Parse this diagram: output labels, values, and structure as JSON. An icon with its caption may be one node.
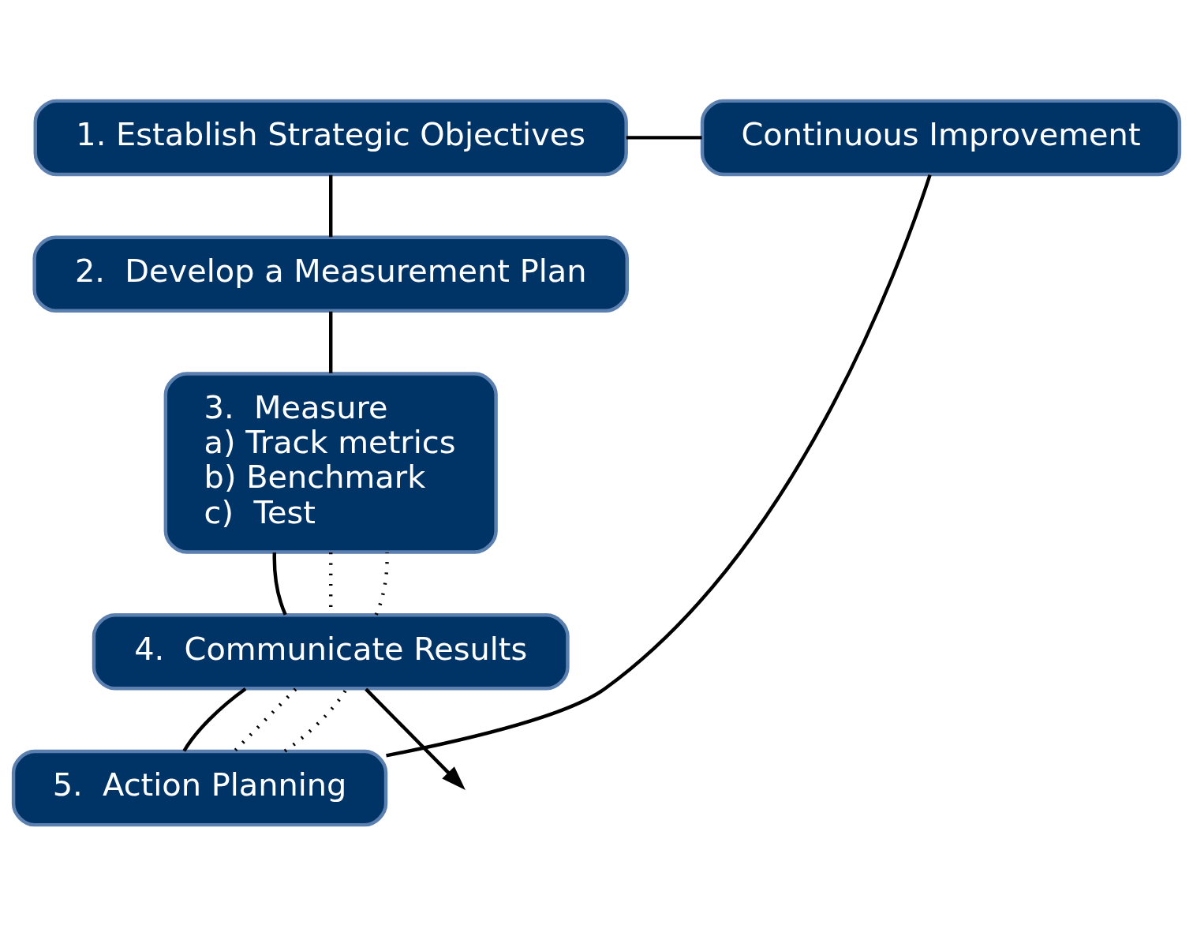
{
  "diagram": {
    "nodes": [
      {
        "text": [
          "1. Establish Strategic Objectives"
        ]
      },
      {
        "text": [
          "2.  Develop a Measurement Plan"
        ]
      },
      {
        "text": [
          "Continuous Improvement"
        ]
      },
      {
        "text": [
          "3.  Measure",
          "a) Track metrics",
          "b) Benchmark",
          "c)  Test"
        ]
      },
      {
        "text": [
          "4.  Communicate Results"
        ]
      },
      {
        "text": [
          "5.  Action Planning"
        ]
      }
    ],
    "edges": [
      {
        "from": 0,
        "to": 1,
        "arrow": "none"
      },
      {
        "from": 1,
        "to": 3,
        "arrow": "none"
      },
      {
        "from": 3,
        "to": 4,
        "arrow": "none"
      },
      {
        "from": 4,
        "to": 5,
        "arrow": "none"
      },
      {
        "from": 5,
        "to": 2,
        "arrow": "none"
      },
      {
        "from": 2,
        "to": 0,
        "arrow": "none"
      },
      {
        "from": 3,
        "to": 4,
        "arrow": "none",
        "style": "dashed"
      },
      {
        "from": 4,
        "to": 5,
        "arrow": "none",
        "style": "dashed"
      },
      {
        "from": 5,
        "to": 4,
        "arrow": "none",
        "style": "dashed"
      },
      {
        "from": 4,
        "to": 3,
        "arrow": "none",
        "style": "dashed"
      },
      {
        "from": 4,
        "to": null,
        "arrow": "to"
      }
    ]
  }
}
